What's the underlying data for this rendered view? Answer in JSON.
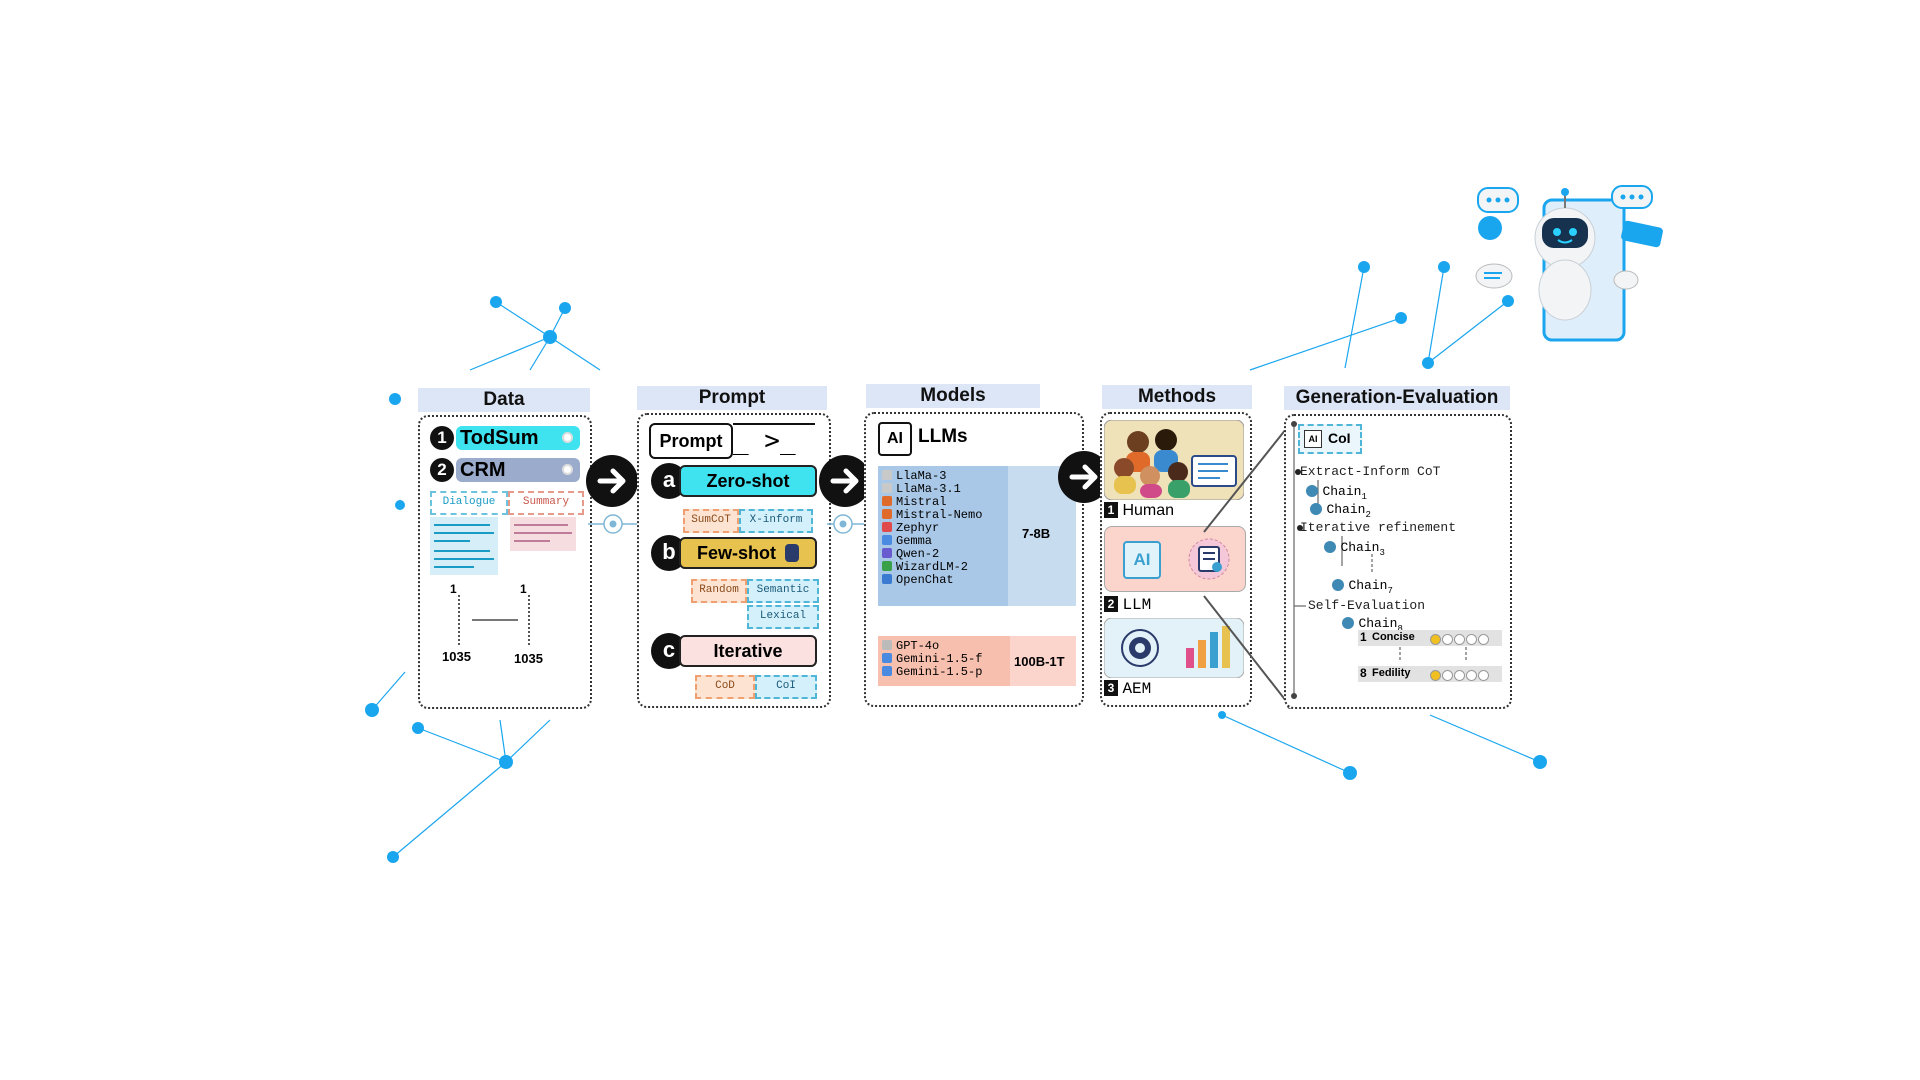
{
  "colors": {
    "accent": "#1aa6ef",
    "header_bg": "#dde6f7",
    "cyan": "#3fe3ef",
    "gold": "#e7c24e",
    "pink": "#fbe1df"
  },
  "data_panel": {
    "title": "Data",
    "datasets": [
      {
        "num": "1",
        "name": "TodSum"
      },
      {
        "num": "2",
        "name": "CRM"
      }
    ],
    "tags": [
      "Dialogue",
      "Summary"
    ],
    "counts": [
      {
        "top": "1",
        "bottom": "1035"
      },
      {
        "top": "1",
        "bottom": "1035"
      }
    ]
  },
  "prompt_panel": {
    "title": "Prompt",
    "prompt_label": "Prompt",
    "prompt_symbols": "_ >_",
    "methods": [
      {
        "letter": "a",
        "name": "Zero-shot",
        "options": [
          "SumCoT",
          "X-inform"
        ]
      },
      {
        "letter": "b",
        "name": "Few-shot",
        "options": [
          "Random",
          "Semantic",
          "Lexical"
        ]
      },
      {
        "letter": "c",
        "name": "Iterative",
        "options": [
          "CoD",
          "CoI"
        ]
      }
    ]
  },
  "models_panel": {
    "title": "Models",
    "ai_label": "AI",
    "llms_label": "LLMs",
    "small_models": [
      "LlaMa-3",
      "LlaMa-3.1",
      "Mistral",
      "Mistral-Nemo",
      "Zephyr",
      "Gemma",
      "Qwen-2",
      "WizardLM-2",
      "OpenChat"
    ],
    "small_range": "7-8B",
    "large_models": [
      "GPT-4o",
      "Gemini-1.5-f",
      "Gemini-1.5-p"
    ],
    "large_range": "100B-1T"
  },
  "methods_panel": {
    "title": "Methods",
    "items": [
      {
        "num": "1",
        "label": "Human"
      },
      {
        "num": "2",
        "label": "LLM"
      },
      {
        "num": "3",
        "label": "AEM"
      }
    ],
    "ai_chip": "AI"
  },
  "geneval_panel": {
    "title": "Generation-Evaluation",
    "coi_ai": "AI",
    "coi_label": "CoI",
    "tree": {
      "extract": "Extract-Inform CoT",
      "chain1": "Chain",
      "chain1_sub": "1",
      "chain2": "Chain",
      "chain2_sub": "2",
      "iterative": "Iterative refinement",
      "chain3": "Chain",
      "chain3_sub": "3",
      "chain7": "Chain",
      "chain7_sub": "7",
      "self_eval": "Self-Evaluation",
      "chain8": "Chain",
      "chain8_sub": "8"
    },
    "scores": [
      {
        "num": "1",
        "label": "Concise",
        "rating": 1
      },
      {
        "num": "8",
        "label": "Fedility",
        "rating": 1
      }
    ]
  }
}
